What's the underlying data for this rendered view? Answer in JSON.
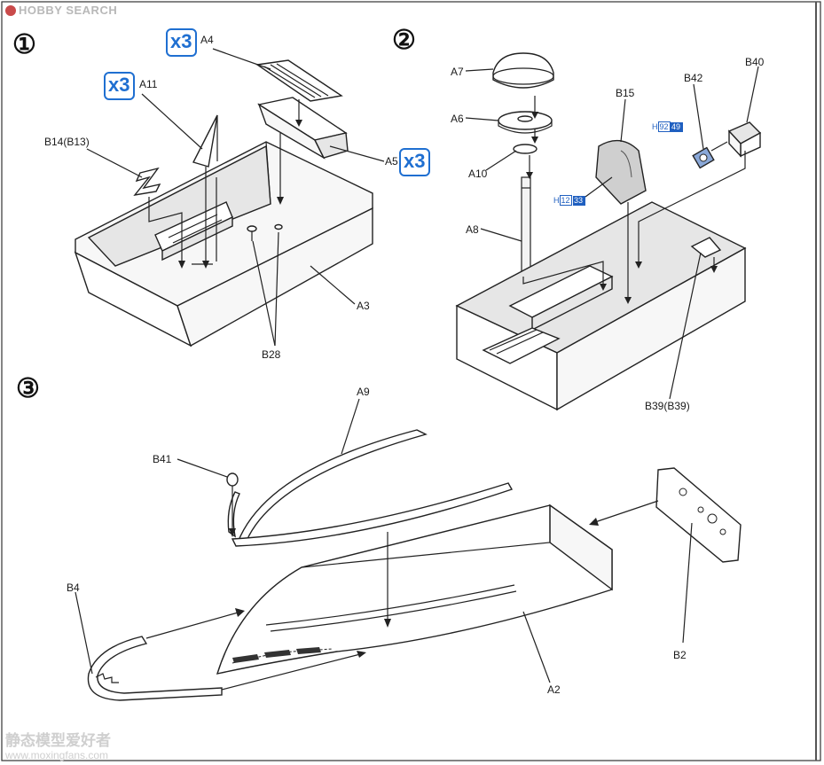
{
  "watermark": {
    "top": "HOBBY SEARCH"
  },
  "steps": {
    "one": "①",
    "two": "②",
    "three": "③"
  },
  "multipliers": {
    "x3": "x3"
  },
  "parts": {
    "a4": "A4",
    "a11": "A11",
    "b14": "B14(B13)",
    "a5": "A5",
    "a3": "A3",
    "b28": "B28",
    "a7": "A7",
    "a6": "A6",
    "a10": "A10",
    "a8": "A8",
    "b15": "B15",
    "b42": "B42",
    "b40": "B40",
    "b39": "B39(B39)",
    "a9": "A9",
    "b41": "B41",
    "b4": "B4",
    "a2": "A2",
    "b2": "B2"
  },
  "paint_refs": {
    "h12": {
      "h": "H",
      "code": "12",
      "num": "33"
    },
    "h92": {
      "h": "H",
      "code": "92",
      "num": "49"
    }
  },
  "colors": {
    "badge": "#1f6fd1",
    "paint": "#1f5fc0"
  }
}
